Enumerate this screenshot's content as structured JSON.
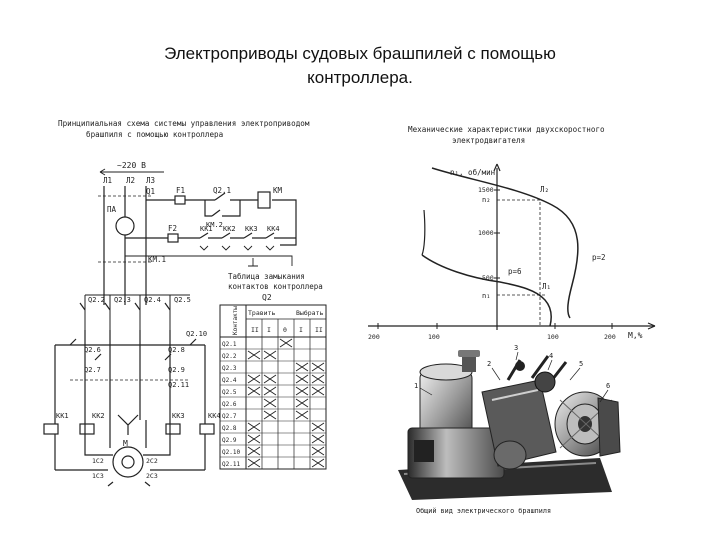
{
  "slide": {
    "title_line1": "Электроприводы судовых брашпилей с помощью",
    "title_line2": "контроллера."
  },
  "schematic": {
    "caption_line1": "Принципиальная схема системы управления электроприводом",
    "caption_line2": "брашпиля с помощью контроллера",
    "supply": "~220 В",
    "phases": [
      "Л1",
      "Л2",
      "Л3"
    ],
    "switch": "Q1",
    "ammeter": "ПА",
    "contactor": "КМ",
    "contactor_contact": "КМ.1",
    "contactor_aux": "КМ.2",
    "fuse1": "F1",
    "fuse2": "F2",
    "controller_contact": "Q2.1",
    "thermal_relays": [
      "КК1",
      "КК2",
      "КК3",
      "КК4"
    ],
    "contacts_row1": [
      "Q2.2",
      "Q2.3",
      "Q2.4",
      "Q2.5"
    ],
    "contacts_mid": [
      "Q2.6",
      "Q2.7",
      "Q2.8",
      "Q2.9"
    ],
    "contacts_low": [
      "Q2.10",
      "Q2.11"
    ],
    "motor": "M",
    "motor_terminals": [
      "1C2",
      "2C2",
      "1C3",
      "2C3"
    ],
    "switching_table_title_line1": "Таблица замыкания",
    "switching_table_title_line2": "контактов контроллера",
    "switching_table_id": "Q2",
    "switching_table_header_left": "Контакты",
    "switching_table_header_mid": "Травить",
    "switching_table_header_right": "Выбрать",
    "switching_table_positions": [
      "II",
      "I",
      "0",
      "I",
      "II"
    ],
    "switching_table_rows": [
      {
        "label": "Q2.1",
        "marks": [
          false,
          false,
          true,
          false,
          false
        ]
      },
      {
        "label": "Q2.2",
        "marks": [
          true,
          true,
          false,
          false,
          false
        ]
      },
      {
        "label": "Q2.3",
        "marks": [
          false,
          false,
          false,
          true,
          true
        ]
      },
      {
        "label": "Q2.4",
        "marks": [
          true,
          true,
          false,
          true,
          true
        ]
      },
      {
        "label": "Q2.5",
        "marks": [
          true,
          true,
          false,
          true,
          true
        ]
      },
      {
        "label": "Q2.6",
        "marks": [
          false,
          true,
          false,
          true,
          false
        ]
      },
      {
        "label": "Q2.7",
        "marks": [
          false,
          true,
          false,
          true,
          false
        ]
      },
      {
        "label": "Q2.8",
        "marks": [
          true,
          false,
          false,
          false,
          true
        ]
      },
      {
        "label": "Q2.9",
        "marks": [
          true,
          false,
          false,
          false,
          true
        ]
      },
      {
        "label": "Q2.10",
        "marks": [
          true,
          false,
          false,
          false,
          true
        ]
      },
      {
        "label": "Q2.11",
        "marks": [
          true,
          false,
          false,
          false,
          true
        ]
      }
    ]
  },
  "characteristic": {
    "caption_line1": "Механические характеристики двухскоростного",
    "caption_line2": "электродвигателя",
    "y_axis_label": "n₁, об/мин",
    "x_axis_label": "M,%",
    "y_ticks": [
      "1500",
      "1000",
      "500"
    ],
    "y_marks": [
      "n₂",
      "n₁"
    ],
    "x_ticks": [
      "200",
      "100",
      "100",
      "200"
    ],
    "curve_labels": [
      "Л₂",
      "Л₁",
      "p=2",
      "p=6"
    ]
  },
  "photo": {
    "caption": "Общий вид электрического брашпиля",
    "callouts": [
      "1",
      "2",
      "3",
      "4",
      "5",
      "6"
    ]
  }
}
